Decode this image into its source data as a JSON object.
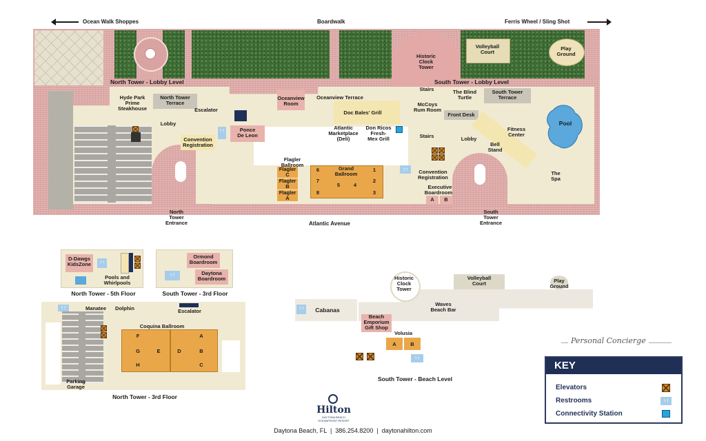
{
  "roads": {
    "left": "Ocean Walk Shoppes",
    "center": "Boardwalk",
    "right": "Ferris Wheel / Sling Shot",
    "bottom": "Atlantic Avenue"
  },
  "lobby": {
    "north_lobby_level": "North Tower - Lobby Level",
    "south_lobby_level": "South Tower - Lobby Level",
    "historic_clock_tower": "Historic\nClock\nTower",
    "volleyball_court": "Volleyball\nCourt",
    "play_ground": "Play\nGround",
    "hyde_park": "Hyde Park\nPrime\nSteakhouse",
    "north_tower_terrace": "North Tower\nTerrace",
    "oceanview_room": "Oceanview\nRoom",
    "oceanview_terrace": "Oceanview Terrace",
    "stairs_top": "Stairs",
    "blind_turtle": "The Blind\nTurtle",
    "south_tower_terrace": "South Tower\nTerrace",
    "escalator": "Escalator",
    "doc_bales": "Doc Bales' Grill",
    "mccoys": "McCoys\nRum Room",
    "front_desk": "Front Desk",
    "pool": "Pool",
    "lobby_left": "Lobby",
    "ponce_de_leon": "Ponce\nDe Leon",
    "atlantic_marketplace": "Atlantic\nMarketplace\n(Deli)",
    "don_ricos": "Don Ricos\nFresh-\nMex Grill",
    "stairs_mid": "Stairs",
    "lobby_right": "Lobby",
    "fitness_center": "Fitness\nCenter",
    "bell_stand": "Bell\nStand",
    "convention_registration_left": "Convention\nRegistration",
    "flagler_ballroom": "Flagler\nBallroom",
    "flagler_c": "Flagler\nC",
    "flagler_b": "Flagler\nB",
    "flagler_a": "Flagler\nA",
    "grand_ballroom": "Grand\nBallroom",
    "grand_rooms": [
      "6",
      "1",
      "7",
      "5",
      "4",
      "2",
      "8",
      "3"
    ],
    "convention_registration_right": "Convention\nRegistration",
    "executive_boardrooms": "Executive\nBoardrooms",
    "exec_a": "A",
    "exec_b": "B",
    "the_spa": "The\nSpa",
    "north_tower_entrance": "North\nTower\nEntrance",
    "south_tower_entrance": "South\nTower\nEntrance"
  },
  "north5": {
    "kidszone": "D-Dawgs\nKidsZone",
    "pools": "Pools and\nWhirlpools",
    "caption": "North Tower - 5th Floor"
  },
  "south3": {
    "ormond": "Ormond\nBoardroom",
    "daytona": "Daytona\nBoardroom",
    "caption": "South Tower - 3rd Floor"
  },
  "north3": {
    "manatee": "Manatee",
    "dolphin": "Dolphin",
    "escalator": "Escalator",
    "coquina": "Coquina Ballroom",
    "rooms": [
      "F",
      "A",
      "G",
      "E",
      "D",
      "B",
      "H",
      "C"
    ],
    "parking": "Parking\nGarage",
    "caption": "North Tower - 3rd Floor"
  },
  "beach": {
    "clock_tower": "Historic\nClock\nTower",
    "volleyball": "Volleyball\nCourt",
    "play_ground": "Play\nGround",
    "cabanas": "Cabanas",
    "waves": "Waves\nBeach Bar",
    "emporium": "Beach\nEmporium\nGift Shop",
    "volusia": "Volusia",
    "vol_a": "A",
    "vol_b": "B",
    "caption": "South Tower - Beach Level"
  },
  "branding": {
    "concierge": "Personal Concierge",
    "hilton": "Hilton",
    "hilton_sub": "DAYTONA BEACH\nOCEANFRONT RESORT",
    "footer": "Daytona Beach, FL  |  386.254.8200  |  daytonahilton.com"
  },
  "key": {
    "title": "KEY",
    "elevators": "Elevators",
    "restrooms": "Restrooms",
    "connectivity": "Connectivity Station"
  },
  "colors": {
    "brick": "#d9a3a1",
    "grass": "#3d6b34",
    "floor": "#f1ead2",
    "ballroom": "#eaa74a",
    "pink_room": "#e8b3ac",
    "water": "#5aa8dc",
    "key_navy": "#1f2f56"
  }
}
